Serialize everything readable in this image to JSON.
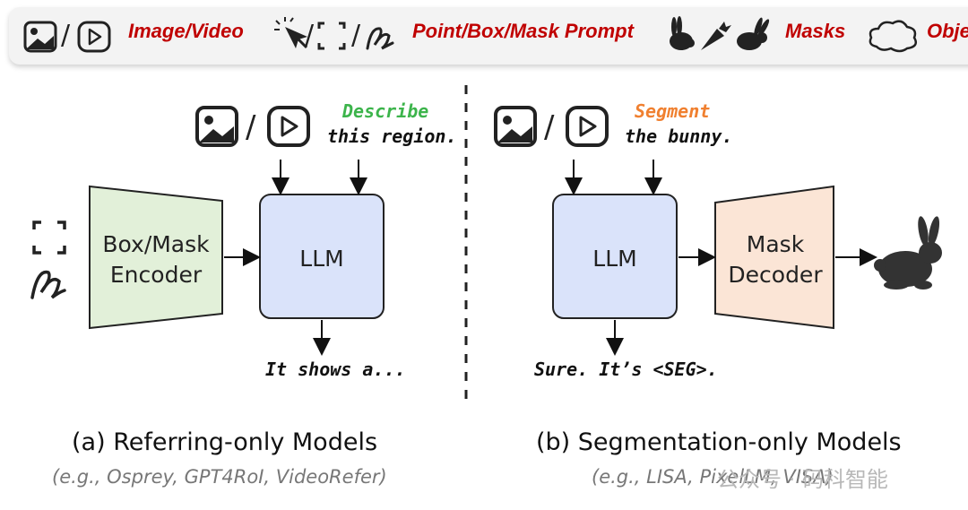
{
  "legend": {
    "image_video": "Image/Video",
    "prompt": "Point/Box/Mask Prompt",
    "masks": "Masks",
    "objects": "Obje",
    "slash": "/"
  },
  "left_panel": {
    "instruction_color": "Describe",
    "instruction_rest": "this region.",
    "encoder": "Box/Mask\nEncoder",
    "llm": "LLM",
    "output": "It shows a...",
    "caption": "(a) Referring-only Models",
    "examples": "(e.g., Osprey, GPT4RoI, VideoRefer)"
  },
  "right_panel": {
    "instruction_color": "Segment",
    "instruction_rest": "the bunny.",
    "llm": "LLM",
    "decoder": "Mask\nDecoder",
    "output": "Sure. It’s <SEG>.",
    "caption": "(b) Segmentation-only Models",
    "examples": "(e.g., LISA, PixelLM, VISA)"
  },
  "watermark": "公众号 · 码科智能",
  "colors": {
    "legend_red": "#c00000",
    "describe_green": "#3cb44b",
    "segment_orange": "#f08030",
    "encoder_fill": "#e2f0d9",
    "llm_fill": "#dae3fa",
    "decoder_fill": "#fbe5d6"
  }
}
